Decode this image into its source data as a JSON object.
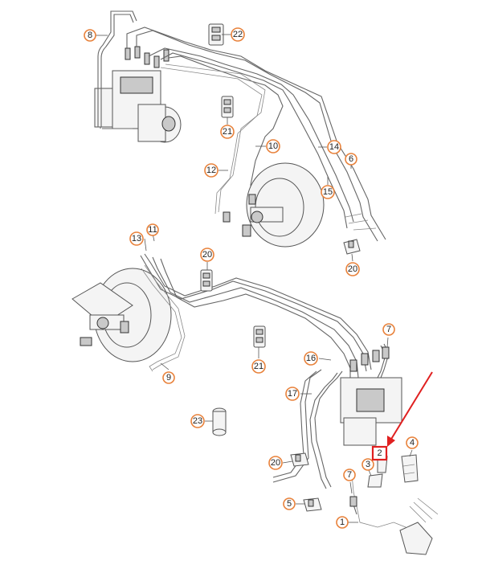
{
  "callouts": [
    {
      "id": "8",
      "label": "8"
    },
    {
      "id": "22",
      "label": "22"
    },
    {
      "id": "21a",
      "label": "21"
    },
    {
      "id": "10",
      "label": "10"
    },
    {
      "id": "14",
      "label": "14"
    },
    {
      "id": "6",
      "label": "6"
    },
    {
      "id": "12",
      "label": "12"
    },
    {
      "id": "15",
      "label": "15"
    },
    {
      "id": "20a",
      "label": "20"
    },
    {
      "id": "11",
      "label": "11"
    },
    {
      "id": "13",
      "label": "13"
    },
    {
      "id": "20b",
      "label": "20"
    },
    {
      "id": "7a",
      "label": "7"
    },
    {
      "id": "21b",
      "label": "21"
    },
    {
      "id": "16",
      "label": "16"
    },
    {
      "id": "9",
      "label": "9"
    },
    {
      "id": "17",
      "label": "17"
    },
    {
      "id": "23",
      "label": "23"
    },
    {
      "id": "4",
      "label": "4"
    },
    {
      "id": "3",
      "label": "3"
    },
    {
      "id": "20c",
      "label": "20"
    },
    {
      "id": "7b",
      "label": "7"
    },
    {
      "id": "5",
      "label": "5"
    },
    {
      "id": "1",
      "label": "1"
    }
  ],
  "highlighted_part": {
    "label": "2"
  },
  "colors": {
    "callout_ring": "#e8813a",
    "highlight": "#e02020"
  }
}
